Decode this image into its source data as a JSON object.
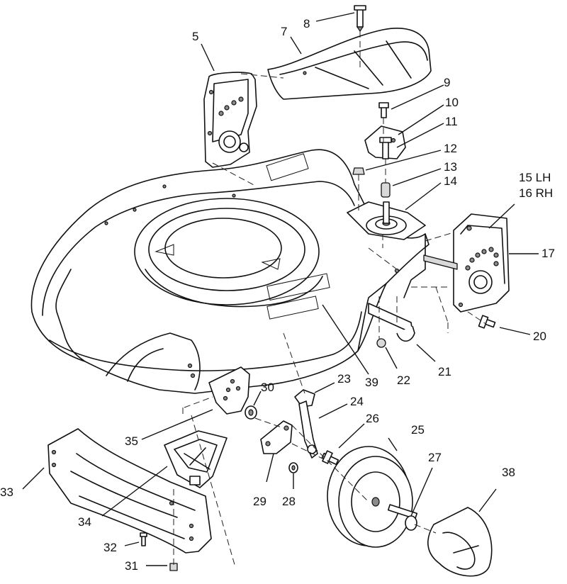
{
  "part_numbers": {
    "p5": "5",
    "p7": "7",
    "p8": "8",
    "p9": "9",
    "p10": "10",
    "p11": "11",
    "p12": "12",
    "p13": "13",
    "p14": "14",
    "p15": "15 LH",
    "p16": "16 RH",
    "p17": "17",
    "p20": "20",
    "p21": "21",
    "p22": "22",
    "p23": "23",
    "p24": "24",
    "p25": "25",
    "p26": "26",
    "p27": "27",
    "p28": "28",
    "p29": "29",
    "p30": "30",
    "p31": "31",
    "p32": "32",
    "p33": "33",
    "p34": "34",
    "p35": "35",
    "p38": "38",
    "p39": "39"
  }
}
